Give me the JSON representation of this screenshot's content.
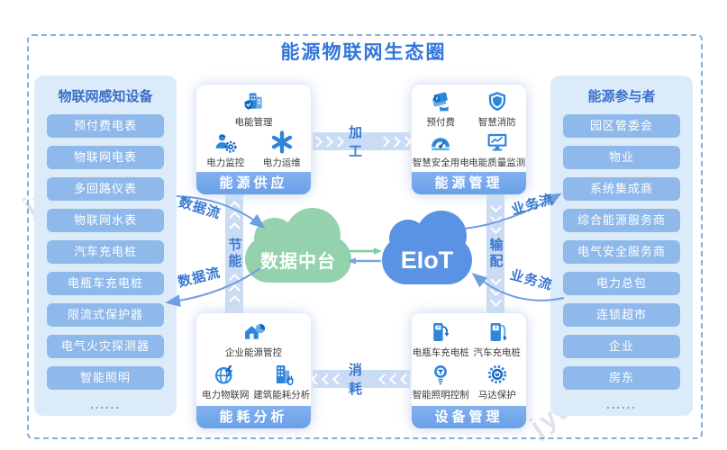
{
  "title": "能源物联网生态圈",
  "watermark": "jyahan.com",
  "left_panel": {
    "title": "物联网感知设备",
    "items": [
      "预付费电表",
      "物联网电表",
      "多回路仪表",
      "物联网水表",
      "汽车充电桩",
      "电瓶车充电桩",
      "限流式保护器",
      "电气火灾探测器",
      "智能照明"
    ],
    "more": "......"
  },
  "right_panel": {
    "title": "能源参与者",
    "items": [
      "园区管委会",
      "物业",
      "系统集成商",
      "综合能源服务商",
      "电气安全服务商",
      "电力总包",
      "连锁超市",
      "企业",
      "房东"
    ],
    "more": "......"
  },
  "boxes": {
    "supply": {
      "title": "能源供应",
      "items": [
        {
          "icon": "building-shield-icon",
          "label": "电能管理"
        },
        {
          "icon": "worker-gear-icon",
          "label": "电力监控"
        },
        {
          "icon": "asterisk-icon",
          "label": "电力运维"
        }
      ]
    },
    "manage": {
      "title": "能源管理",
      "items": [
        {
          "icon": "prepaid-card-icon",
          "label": "预付费"
        },
        {
          "icon": "shield-icon",
          "label": "智慧消防"
        },
        {
          "icon": "gauge-icon",
          "label": "智慧安全用电"
        },
        {
          "icon": "monitor-chart-icon",
          "label": "电能质量监测"
        }
      ]
    },
    "analysis": {
      "title": "能耗分析",
      "items": [
        {
          "icon": "house-pie-icon",
          "label": "企业能源管控"
        },
        {
          "icon": "globe-bolt-icon",
          "label": "电力物联网"
        },
        {
          "icon": "building-plug-icon",
          "label": "建筑能耗分析"
        }
      ]
    },
    "device": {
      "title": "设备管理",
      "items": [
        {
          "icon": "ebike-charger-icon",
          "label": "电瓶车充电桩"
        },
        {
          "icon": "car-charger-icon",
          "label": "汽车充电桩"
        },
        {
          "icon": "bulb-icon",
          "label": "智能照明控制"
        },
        {
          "icon": "motor-gear-icon",
          "label": "马达保护"
        }
      ]
    }
  },
  "clouds": {
    "data_platform": "数据中台",
    "eiot": "EIoT"
  },
  "flows": {
    "process": "加工",
    "consume": "消耗",
    "save": "节能",
    "distribute": "输配",
    "data_flow": "数据流",
    "business_flow": "业务流"
  },
  "colors": {
    "title_blue": "#3176d8",
    "panel_bg": "#dcebfa",
    "pill_blue": "#8fb9ea",
    "footer_blue": "#6aa1e8",
    "band_blue": "#c9dcf4",
    "cloud_green": "#93d2ac",
    "cloud_blue": "#5a92e4",
    "arrow_blue": "#6f9fe2",
    "icon_blue": "#2e86dc"
  }
}
